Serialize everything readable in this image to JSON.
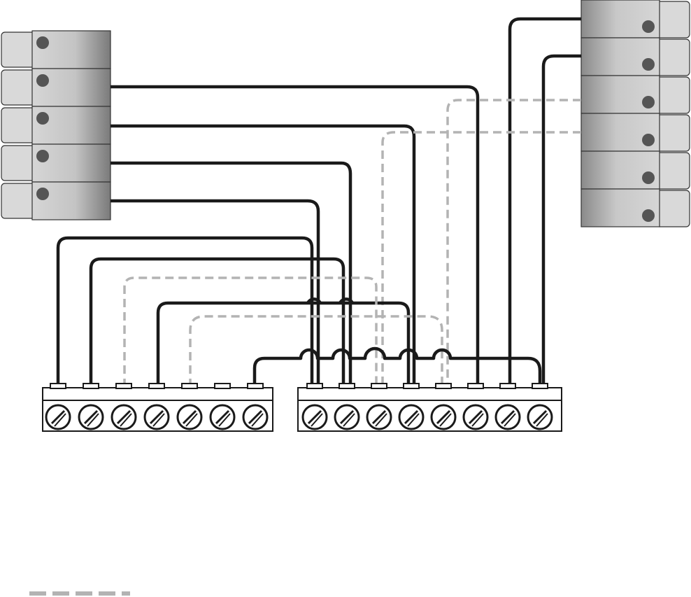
{
  "colors": {
    "wire_solid": "#1a1a1a",
    "wire_dashed": "#b3b3b3",
    "connector_light": "#d9d9d9",
    "connector_dark": "#8c8c8c",
    "pin": "#555555",
    "terminal_fill": "#ffffff",
    "terminal_stroke": "#1a1a1a"
  },
  "connectors": {
    "left": {
      "pins": 5
    },
    "right": {
      "pins": 6
    }
  },
  "terminal_blocks": {
    "left": {
      "screws": 7
    },
    "right": {
      "screws": 8
    }
  },
  "legend": {
    "line_style": "dashed",
    "color": "#b3b3b3"
  }
}
